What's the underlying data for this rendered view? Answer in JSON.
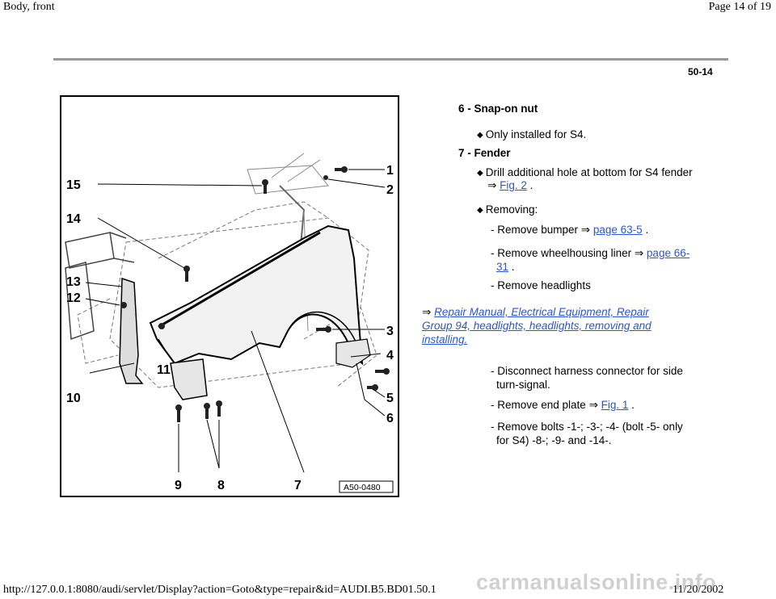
{
  "header": {
    "title": "Body, front",
    "page": "Page 14 of 19"
  },
  "page_number": "50-14",
  "figure": {
    "code": "A50-0480",
    "callouts": [
      "1",
      "2",
      "3",
      "4",
      "5",
      "6",
      "7",
      "8",
      "9",
      "10",
      "11",
      "12",
      "13",
      "14",
      "15"
    ]
  },
  "items": [
    {
      "heading": "6 - Snap-on nut",
      "bullets": [
        "Only installed for S4."
      ]
    },
    {
      "heading": "7 - Fender"
    }
  ],
  "drill": {
    "text": "Drill additional hole at bottom for S4 fender",
    "arrow": "⇒",
    "link": "Fig. 2",
    "suffix": " ."
  },
  "removing": {
    "label": "Removing:"
  },
  "steps": {
    "bumper": {
      "text": "- Remove bumper ",
      "arrow": "⇒",
      "link": "page 63-5",
      "suffix": " ."
    },
    "liner": {
      "text": "- Remove wheelhousing liner ",
      "arrow": "⇒",
      "link1": "page 66-",
      "link2": "31",
      "suffix": " ."
    },
    "headlights": "- Remove headlights",
    "harness1": "- Disconnect harness connector for side",
    "harness2": "turn-signal.",
    "endplate": {
      "text": "- Remove end plate ",
      "arrow": "⇒",
      "link": "Fig. 1",
      "suffix": " ."
    },
    "bolts1": "- Remove bolts -1-; -3-; -4- (bolt -5- only",
    "bolts2": "for S4) -8-; -9- and -14-."
  },
  "repair_link": {
    "arrow": "⇒",
    "line1": "Repair Manual, Electrical Equipment, Repair",
    "line2": "Group 94, headlights, headlights, removing and",
    "line3": "installing."
  },
  "footer": {
    "url": "http://127.0.0.1:8080/audi/servlet/Display?action=Goto&type=repair&id=AUDI.B5.BD01.50.1",
    "date": "11/20/2002",
    "watermark": "carmanualsonline.info"
  }
}
